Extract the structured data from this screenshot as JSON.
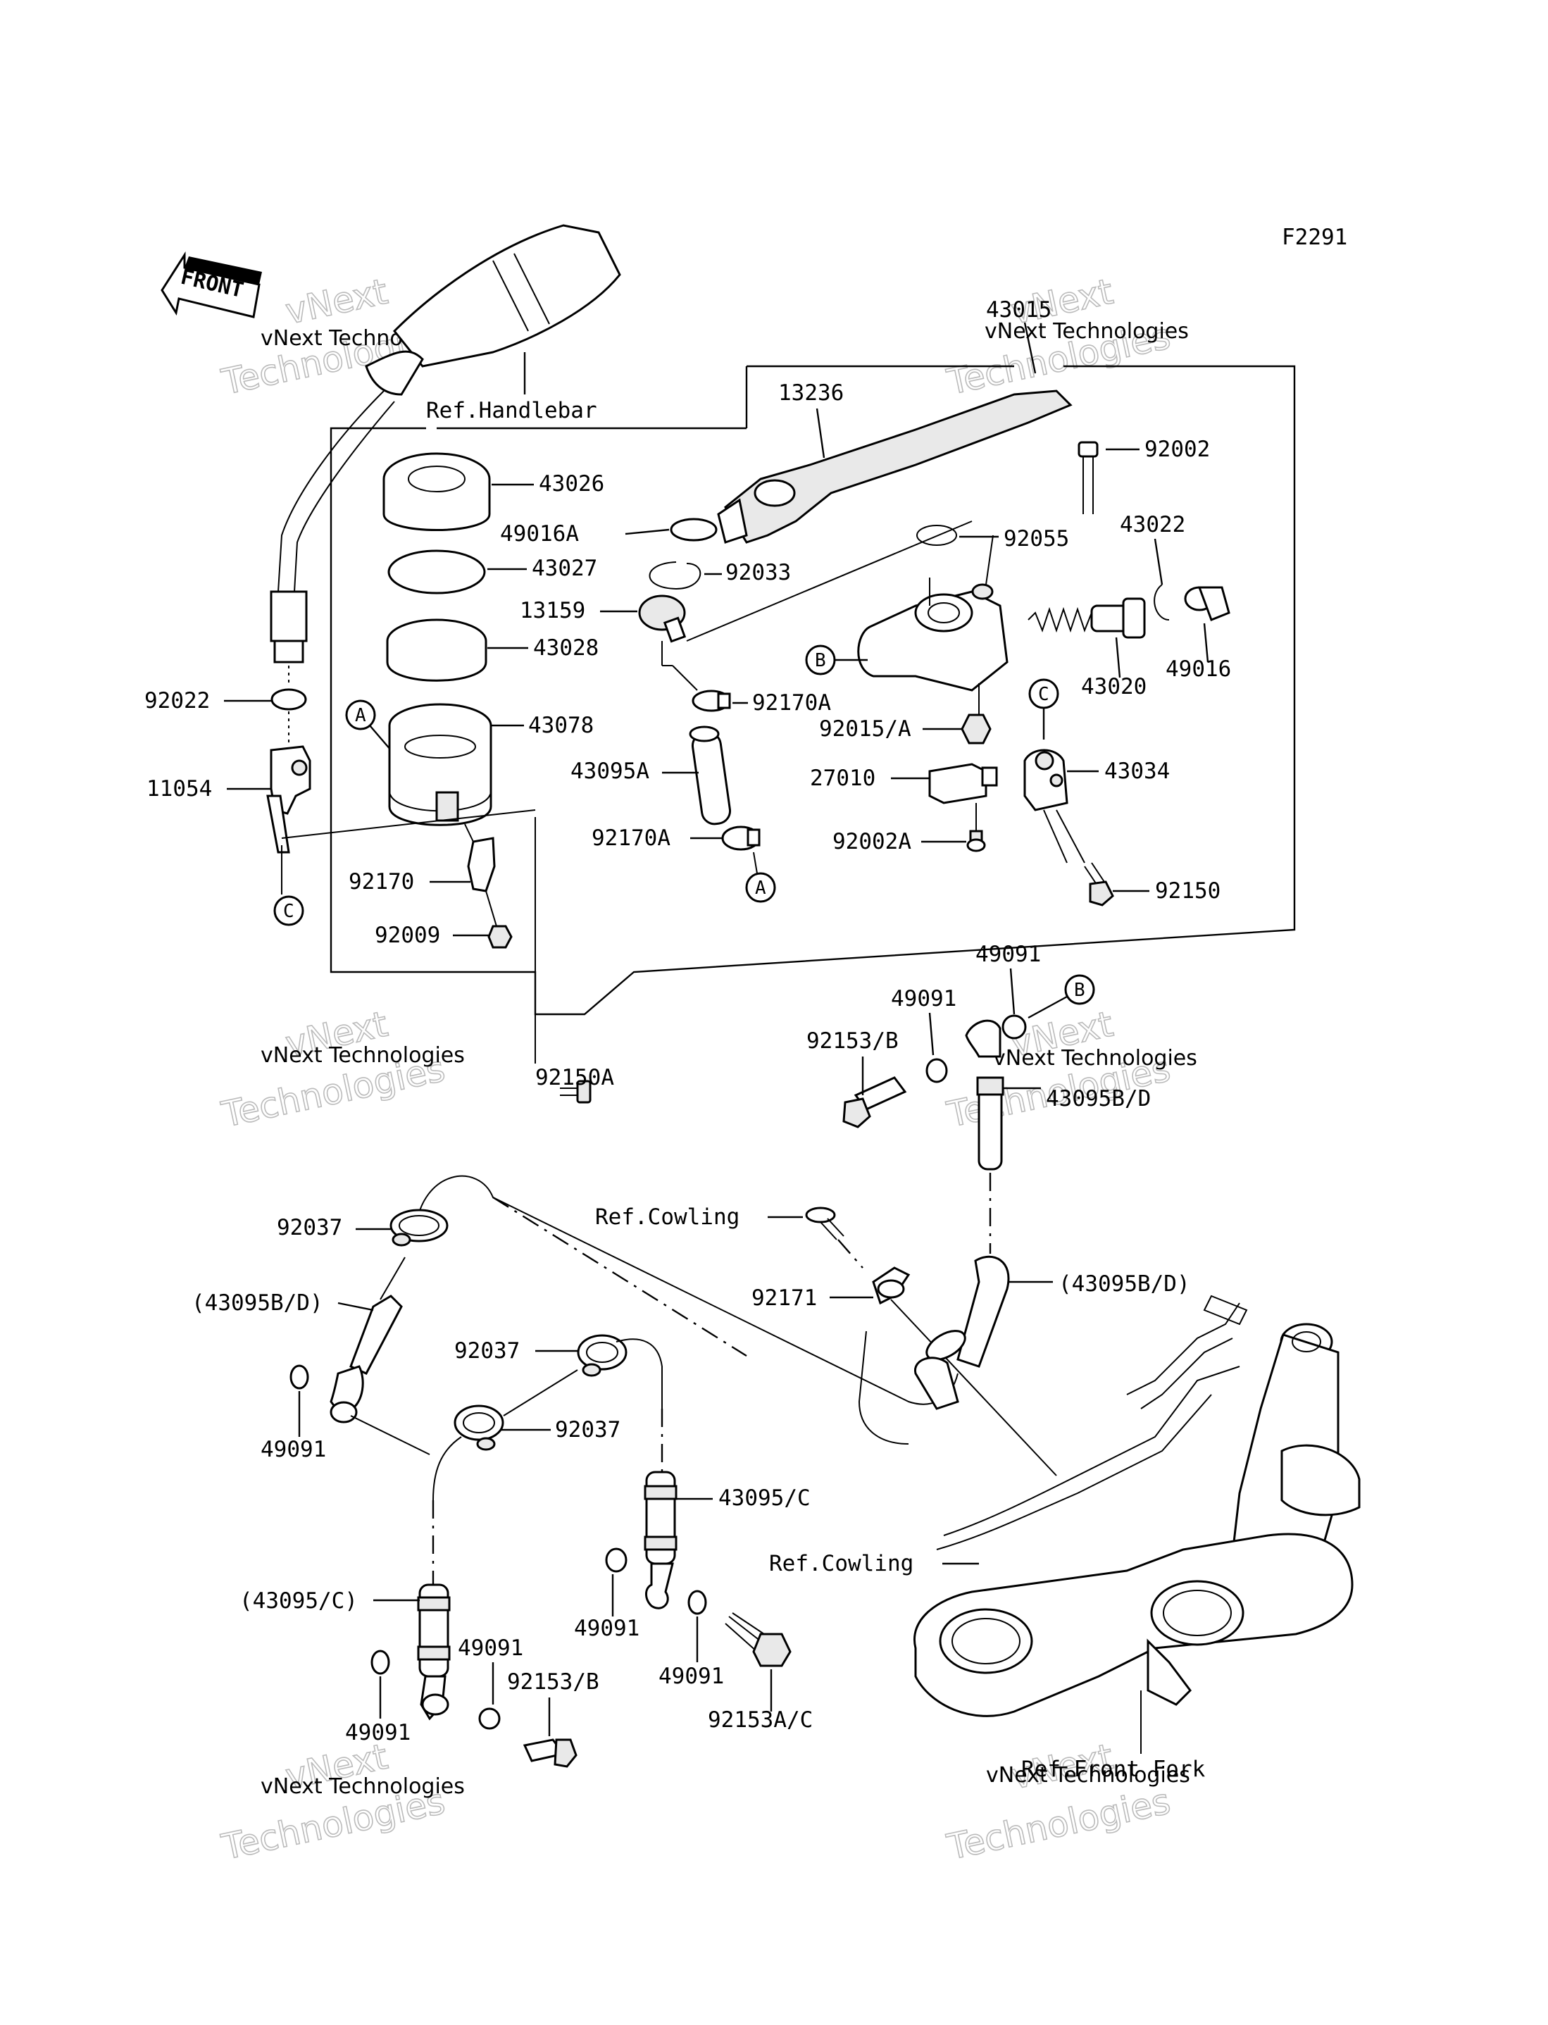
{
  "figure_code": "F2291",
  "front_label": "FRONT",
  "watermark": {
    "line1": "vNext Technologies",
    "line2": "vNext",
    "line3": "Technologies"
  },
  "callouts": {
    "A": "A",
    "B": "B",
    "C": "C"
  },
  "parts": {
    "p43015": "43015",
    "p13236": "13236",
    "p92002": "92002",
    "p43026": "43026",
    "p49016A": "49016A",
    "p92055": "92055",
    "p43022": "43022",
    "p43027": "43027",
    "p92033": "92033",
    "p13159": "13159",
    "p43028": "43028",
    "p43020": "43020",
    "p49016": "49016",
    "p92022": "92022",
    "p92170A_1": "92170A",
    "p43078": "43078",
    "p92015A": "92015/A",
    "p11054": "11054",
    "p43095A": "43095A",
    "p27010": "27010",
    "p43034": "43034",
    "p92170A_2": "92170A",
    "p92002A": "92002A",
    "p92170": "92170",
    "p92150": "92150",
    "p92009": "92009",
    "p49091_top1": "49091",
    "p49091_top2": "49091",
    "p92153B_1": "92153/B",
    "p43095BD": "43095B/D",
    "p92150A": "92150A",
    "p92037_1": "92037",
    "p43095BD_paren_left": "(43095B/D)",
    "p92171": "92171",
    "p43095BD_paren_right": "(43095B/D)",
    "p92037_2": "92037",
    "p92037_3": "92037",
    "p49091_left": "49091",
    "p43095C": "43095/C",
    "p43095C_paren": "(43095/C)",
    "p49091_mid": "49091",
    "p49091_center": "49091",
    "p49091_right": "49091",
    "p92153B_2": "92153/B",
    "p92153AC": "92153A/C",
    "p49091_bottom": "49091"
  },
  "refs": {
    "handlebar": "Ref.Handlebar",
    "cowling_1": "Ref.Cowling",
    "cowling_2": "Ref.Cowling",
    "front_fork": "Ref.Front Fork"
  }
}
